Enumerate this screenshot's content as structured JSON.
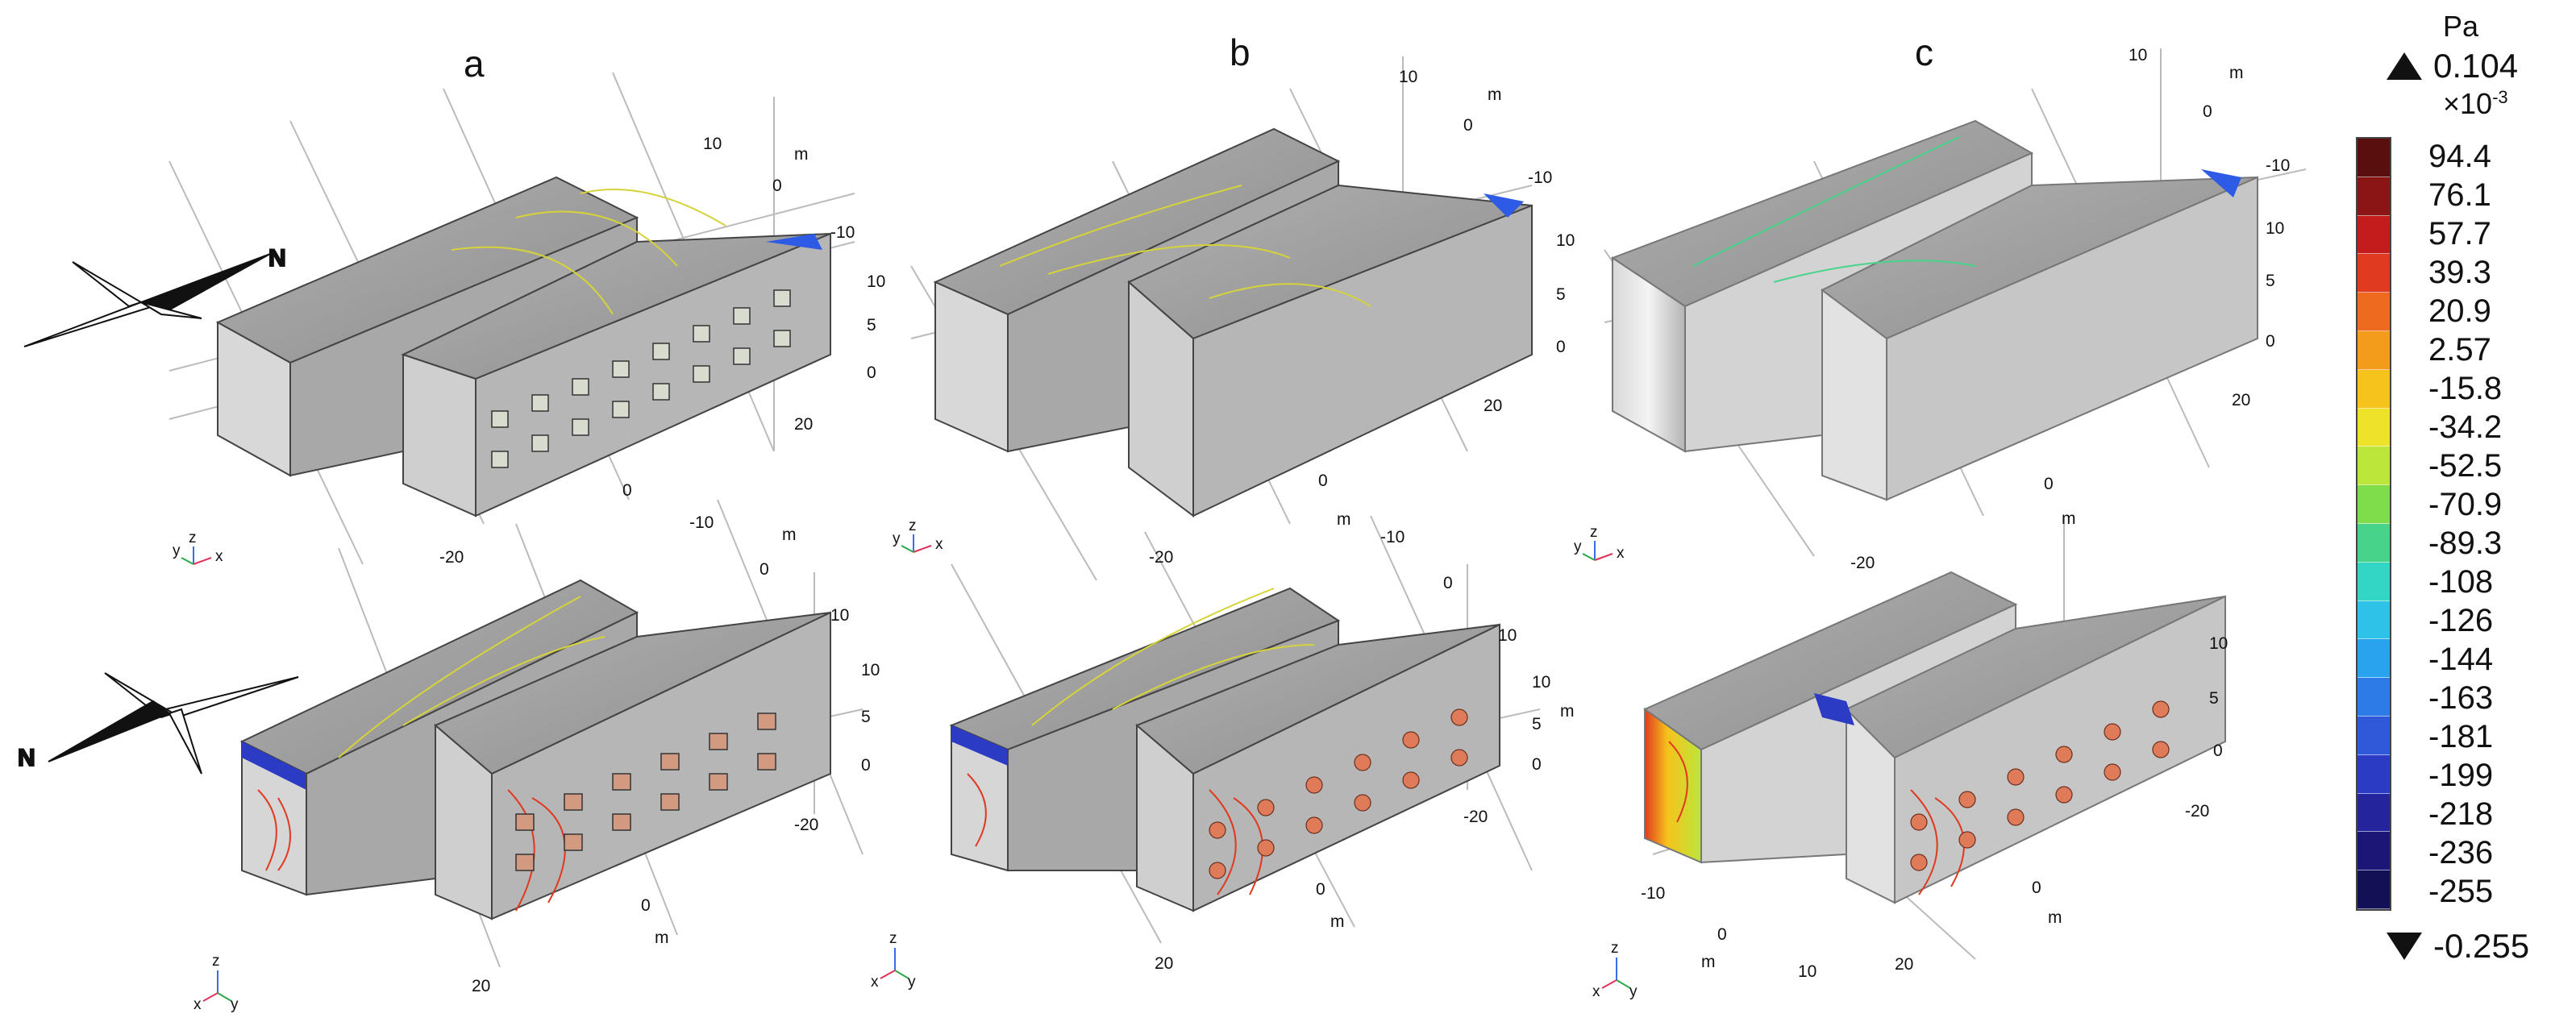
{
  "panels": [
    {
      "label": "a"
    },
    {
      "label": "b"
    },
    {
      "label": "c"
    }
  ],
  "compass_label": "N",
  "axis_unit": "m",
  "axis_tick_labels": [
    "10",
    "0",
    "-10",
    "5",
    "-20",
    "20"
  ],
  "triad_labels": {
    "x": "x",
    "y": "y",
    "z": "z"
  },
  "legend": {
    "unit": "Pa",
    "max": "0.104",
    "scale_base": "×10",
    "scale_exp": "-3",
    "min": "-0.255",
    "ticks": [
      "94.4",
      "76.1",
      "57.7",
      "39.3",
      "20.9",
      "2.57",
      "-15.8",
      "-34.2",
      "-52.5",
      "-70.9",
      "-89.3",
      "-108",
      "-126",
      "-144",
      "-163",
      "-181",
      "-199",
      "-218",
      "-236",
      "-255"
    ],
    "colors": [
      "#5a0f0f",
      "#8b1414",
      "#c41c1c",
      "#e03a20",
      "#ee6a1e",
      "#f39c1c",
      "#f6c21c",
      "#eee32a",
      "#bde63a",
      "#7fdc4a",
      "#47d48a",
      "#33d6c4",
      "#2fc2e8",
      "#2aa3ee",
      "#2d7be6",
      "#2f59d8",
      "#2b3bc4",
      "#24249c",
      "#1c1776",
      "#141056"
    ]
  }
}
